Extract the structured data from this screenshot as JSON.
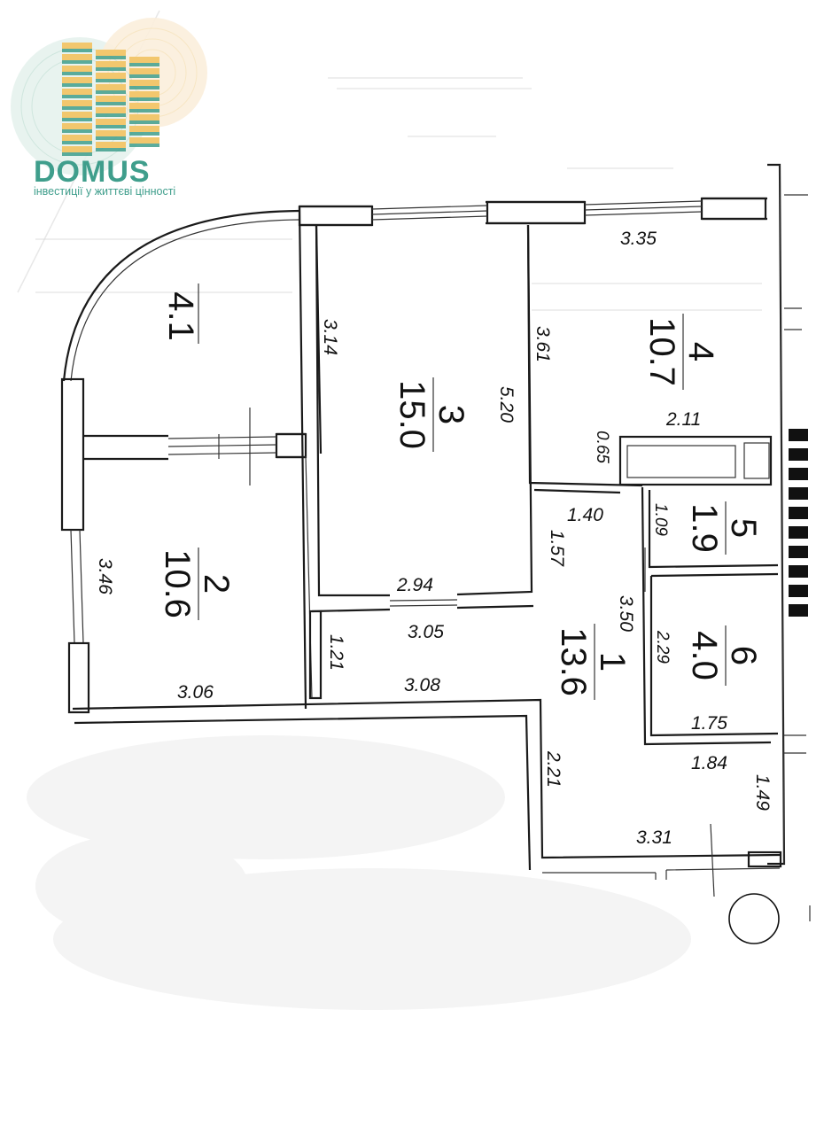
{
  "logo": {
    "brand": "DOMUS",
    "tagline": "інвестиції у життєві цінності",
    "colors": {
      "teal": "#3f9e8c",
      "gold": "#f2c76e",
      "pale": "#e4f1ec"
    }
  },
  "rooms": [
    {
      "id": "r4_1",
      "number": "",
      "area": "4.1"
    },
    {
      "id": "r2",
      "number": "2",
      "area": "10.6"
    },
    {
      "id": "r3",
      "number": "3",
      "area": "15.0"
    },
    {
      "id": "r4",
      "number": "4",
      "area": "10.7"
    },
    {
      "id": "r5",
      "number": "5",
      "area": "1.9"
    },
    {
      "id": "r6",
      "number": "6",
      "area": "4.0"
    },
    {
      "id": "r1",
      "number": "1",
      "area": "13.6"
    }
  ],
  "dimensions": {
    "d_335": "3.35",
    "d_314": "3.14",
    "d_361": "3.61",
    "d_520": "5.20",
    "d_211": "2.11",
    "d_065": "0.65",
    "d_140": "1.40",
    "d_157": "1.57",
    "d_109": "1.09",
    "d_346": "3.46",
    "d_294": "2.94",
    "d_305": "3.05",
    "d_350": "3.50",
    "d_229": "2.29",
    "d_121": "1.21",
    "d_308": "3.08",
    "d_306": "3.06",
    "d_175": "1.75",
    "d_184": "1.84",
    "d_221": "2.21",
    "d_149": "1.49",
    "d_331": "3.31"
  }
}
